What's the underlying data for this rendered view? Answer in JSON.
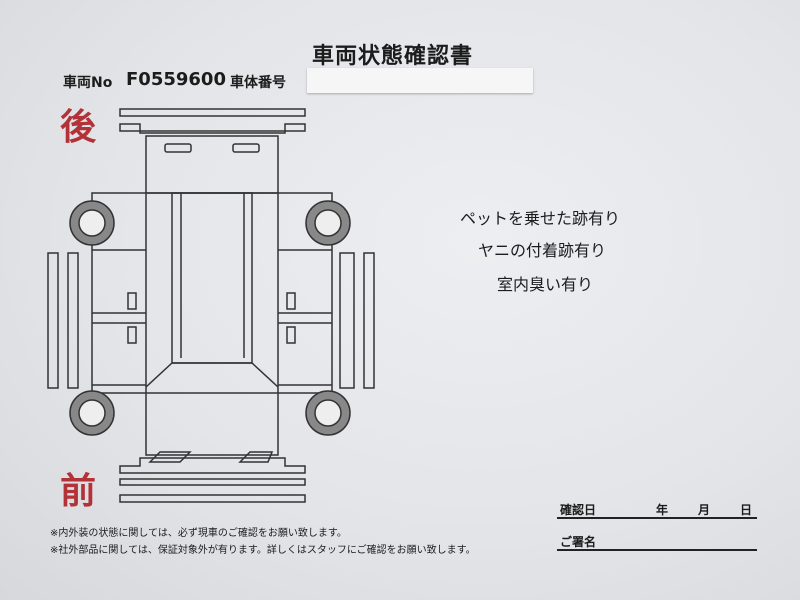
{
  "document": {
    "title": "車両状態確認書",
    "vehicle_no_label": "車両No",
    "vehicle_no": "F0559600",
    "body_no_label": "車体番号",
    "body_no": "",
    "rear_label": "後",
    "front_label": "前",
    "remarks": [
      "ペットを乗せた跡有り",
      "ヤニの付着跡有り",
      "室内臭い有り"
    ],
    "footnotes": [
      "※内外装の状態に関しては、必ず現車のご確認をお願い致します。",
      "※社外部品に関しては、保証対象外が有ります。詳しくはスタッフにご確認をお願い致します。"
    ],
    "confirm_date_label": "確認日",
    "year_label": "年",
    "month_label": "月",
    "day_label": "日",
    "signature_label": "ご署名"
  }
}
